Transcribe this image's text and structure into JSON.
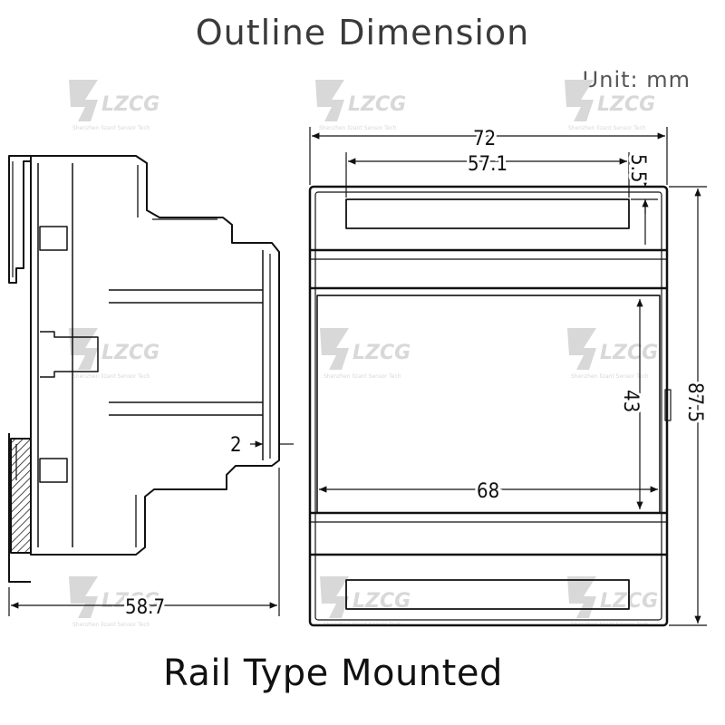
{
  "title": "Outline Dimension",
  "unit_label": "Unit: mm",
  "footer_label": "Rail Type Mounted",
  "watermark": {
    "logo_text": "LZCG",
    "tagline": "Shenzhen lizant Sensor Tech"
  },
  "dimensions": {
    "side_depth": "58.7",
    "side_step": "2",
    "front_width": "72",
    "window_width": "57.1",
    "window_top_gap": "5.5",
    "window_height": "43",
    "inner_width": "68",
    "total_height": "87.5"
  },
  "colors": {
    "line": "#111111",
    "watermark": "#d8d8d8"
  }
}
